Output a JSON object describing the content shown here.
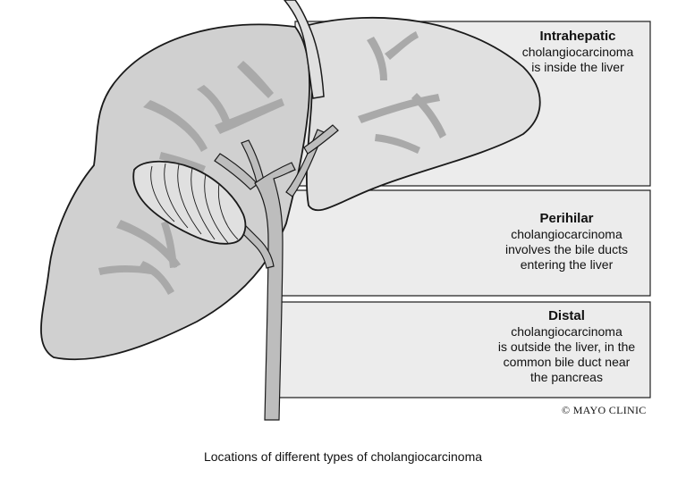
{
  "colors": {
    "panel_fill": "#ececec",
    "panel_border": "#222222",
    "liver_fill": "#d0d0d0",
    "liver_light": "#e0e0e0",
    "vessel_fill": "#a9a9a9",
    "duct_fill": "#bdbdbd",
    "outline": "#1a1a1a"
  },
  "regions": [
    {
      "title": "Intrahepatic",
      "lines": [
        "cholangiocarcinoma",
        "is inside the liver"
      ]
    },
    {
      "title": "Perihilar",
      "lines": [
        "cholangiocarcinoma",
        "involves the bile ducts",
        "entering the liver"
      ]
    },
    {
      "title": "Distal",
      "lines": [
        "cholangiocarcinoma",
        "is outside the liver, in the",
        "common bile duct near",
        "the pancreas"
      ]
    }
  ],
  "copyright": "© MAYO CLINIC",
  "caption": "Locations of different types of cholangiocarcinoma"
}
